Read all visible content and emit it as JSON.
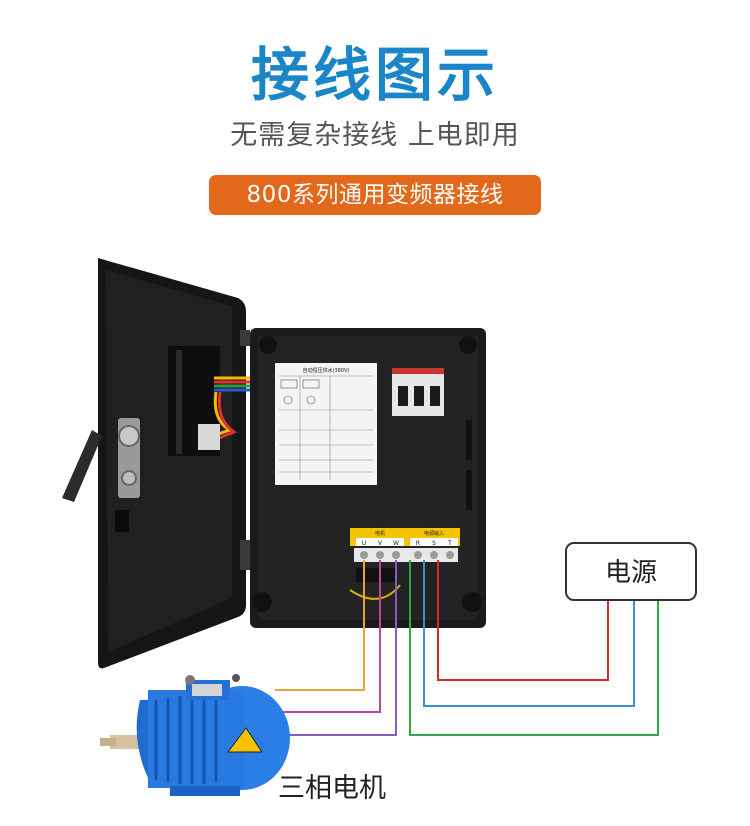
{
  "header": {
    "title": "接线图示",
    "subtitle": "无需复杂接线 上电即用",
    "badge": "800系列通用变频器接线"
  },
  "diagram": {
    "power_label": "电源",
    "motor_label": "三相电机",
    "terminal_groups": {
      "output": {
        "label": "电机",
        "terminals": [
          "U",
          "V",
          "W"
        ]
      },
      "input": {
        "label": "电源输入",
        "terminals": [
          "R",
          "S",
          "T"
        ]
      }
    },
    "info_sheet_title": "自动恒压供水(380V)",
    "wires": [
      {
        "from": "U",
        "to": "motor",
        "color": "#e8a33a"
      },
      {
        "from": "V",
        "to": "motor",
        "color": "#c0459a"
      },
      {
        "from": "W",
        "to": "motor",
        "color": "#8a5bbf"
      },
      {
        "from": "R",
        "to": "power",
        "color": "#d42a2a"
      },
      {
        "from": "S",
        "to": "power",
        "color": "#3a8fd6"
      },
      {
        "from": "T",
        "to": "power",
        "color": "#2faa4a"
      }
    ],
    "colors": {
      "accent": "#1a86c8",
      "badge": "#e4681b",
      "cabinet": "#1b1b1b"
    }
  }
}
